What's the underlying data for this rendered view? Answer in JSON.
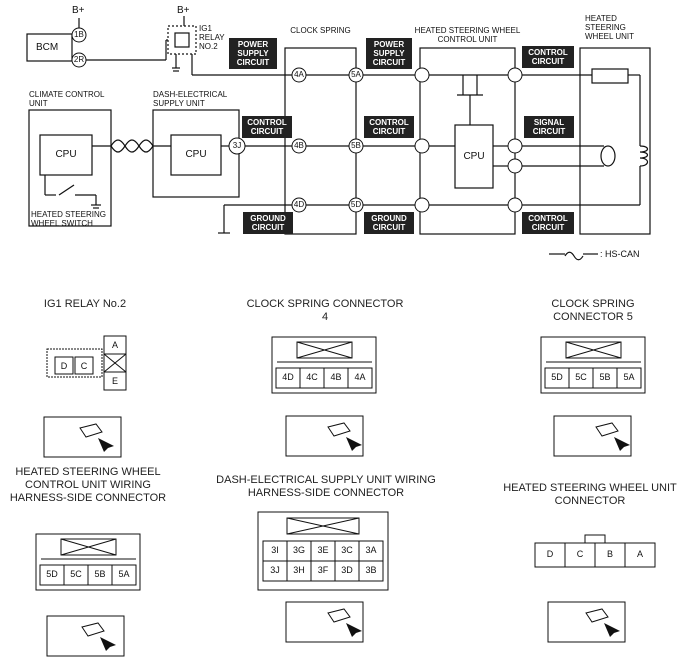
{
  "top": {
    "bplus_left": "B+",
    "bplus_right": "B+",
    "bcm": "BCM",
    "pin_1b": "1B",
    "pin_2r": "2R",
    "ig1_relay": "IG1 RELAY No.2",
    "climate_unit": "CLIMATE CONTROL UNIT",
    "cpu_climate": "CPU",
    "switch_label": "HEATED STEERING WHEEL SWITCH",
    "dash_unit": "DASH-ELECTRICAL SUPPLY UNIT",
    "cpu_dash": "CPU",
    "pin_3j": "3J",
    "clock_spring": "CLOCK SPRING",
    "hswcu": "HEATED STEERING WHEEL CONTROL UNIT",
    "cpu_hswcu": "CPU",
    "hswu": "HEATED STEERING WHEEL UNIT",
    "pins_left": [
      "4A",
      "4B",
      "4D"
    ],
    "pins_right": [
      "5A",
      "5B",
      "5D"
    ],
    "circuits": {
      "power1": "POWER SUPPLY CIRCUIT",
      "power2": "POWER SUPPLY CIRCUIT",
      "control_top": "CONTROL CIRCUIT",
      "control_dash": "CONTROL CIRCUIT",
      "control_mid": "CONTROL CIRCUIT",
      "signal": "SIGNAL CIRCUIT",
      "ground1": "GROUND CIRCUIT",
      "ground2": "GROUND CIRCUIT",
      "control_bottom": "CONTROL CIRCUIT"
    },
    "legend": ": HS-CAN"
  },
  "connectors": {
    "ig1": {
      "title": "IG1 RELAY No.2",
      "pins": [
        "D",
        "C",
        "A",
        "E"
      ]
    },
    "cs4": {
      "title": "CLOCK SPRING CONNECTOR 4",
      "pins": [
        "4D",
        "4C",
        "4B",
        "4A"
      ]
    },
    "cs5": {
      "title": "CLOCK SPRING CONNECTOR 5",
      "pins": [
        "5D",
        "5C",
        "5B",
        "5A"
      ]
    },
    "hswcu": {
      "title": "HEATED STEERING WHEEL CONTROL UNIT WIRING HARNESS-SIDE CONNECTOR",
      "pins": [
        "5D",
        "5C",
        "5B",
        "5A"
      ]
    },
    "dash": {
      "title": "DASH-ELECTRICAL SUPPLY UNIT WIRING HARNESS-SIDE CONNECTOR",
      "row1": [
        "3I",
        "3G",
        "3E",
        "3C",
        "3A"
      ],
      "row2": [
        "3J",
        "3H",
        "3F",
        "3D",
        "3B"
      ]
    },
    "hswu": {
      "title": "HEATED STEERING WHEEL UNIT CONNECTOR",
      "pins": [
        "D",
        "C",
        "B",
        "A"
      ]
    }
  }
}
